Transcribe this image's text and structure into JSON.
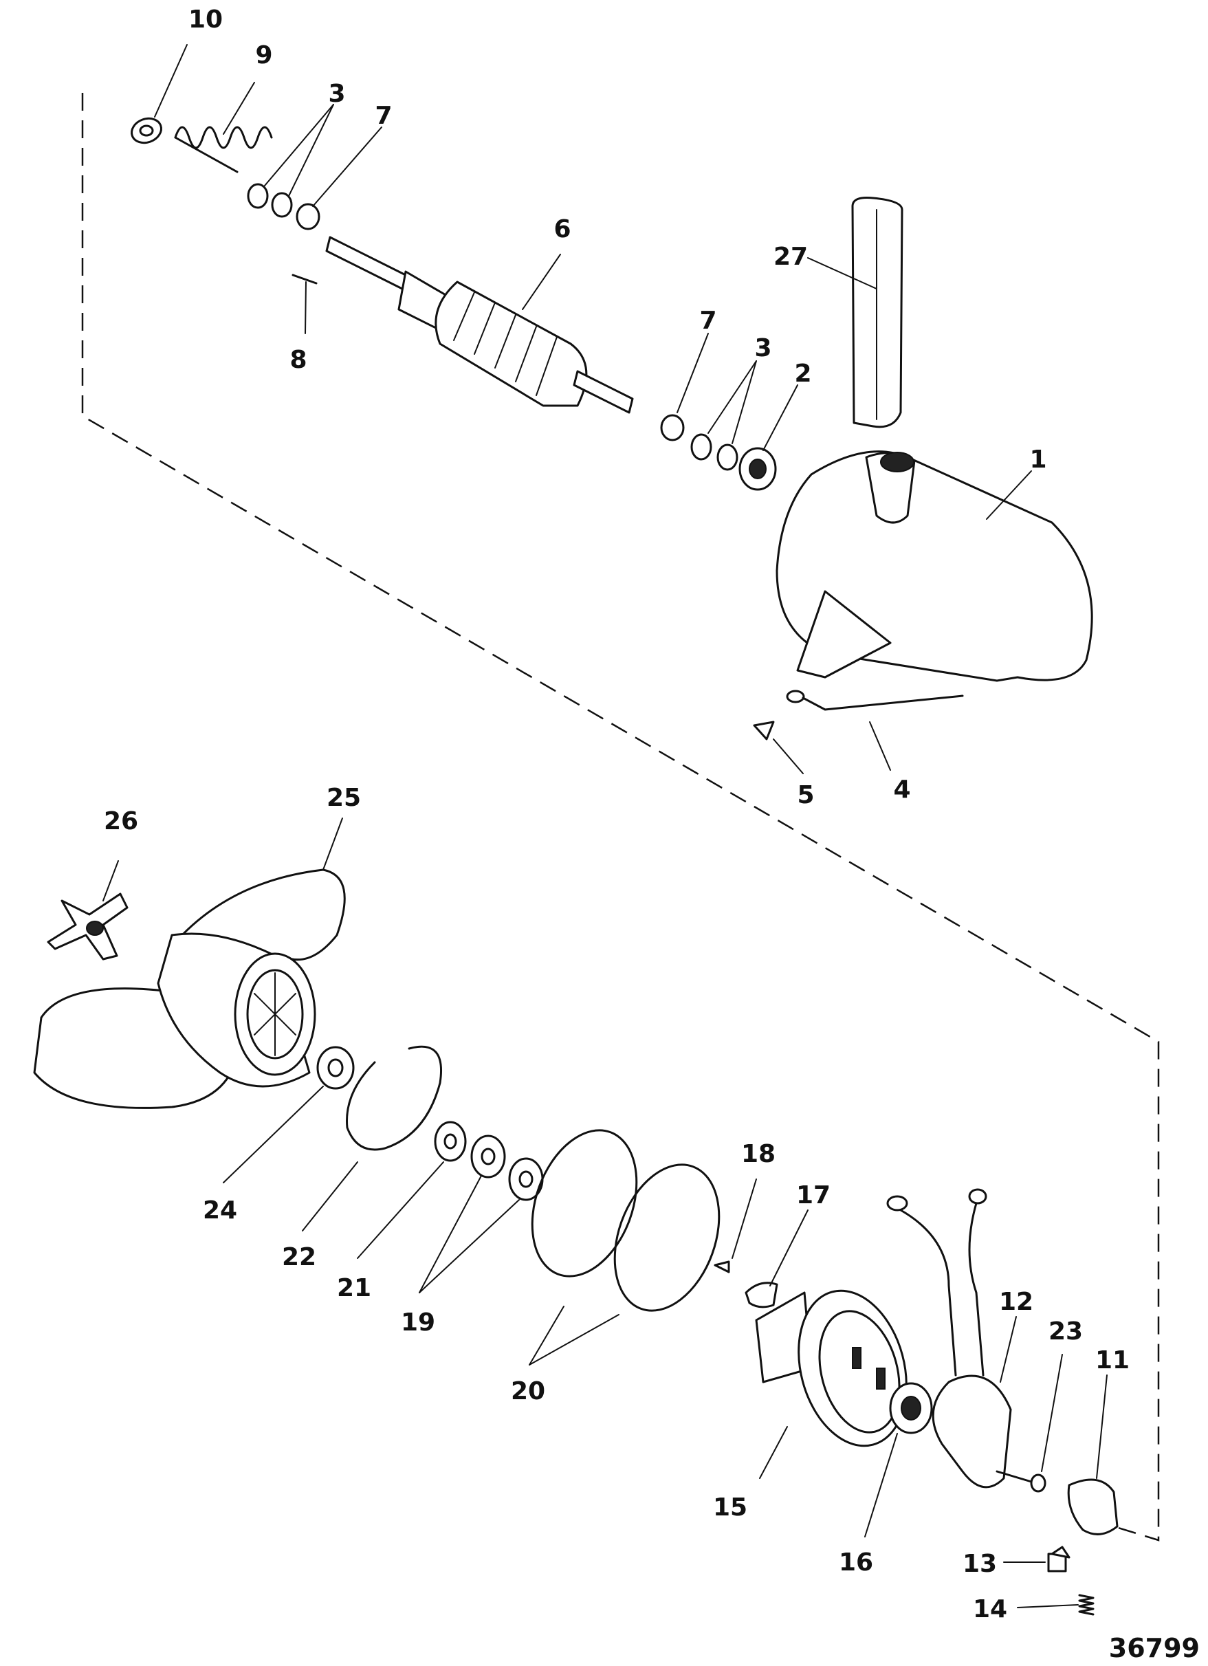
{
  "diagram": {
    "figure_number": "36799",
    "callouts": [
      {
        "id": "c1",
        "text": "1"
      },
      {
        "id": "c2",
        "text": "2"
      },
      {
        "id": "c3a",
        "text": "3"
      },
      {
        "id": "c3b",
        "text": "3"
      },
      {
        "id": "c4",
        "text": "4"
      },
      {
        "id": "c5",
        "text": "5"
      },
      {
        "id": "c6",
        "text": "6"
      },
      {
        "id": "c7a",
        "text": "7"
      },
      {
        "id": "c7b",
        "text": "7"
      },
      {
        "id": "c8",
        "text": "8"
      },
      {
        "id": "c9",
        "text": "9"
      },
      {
        "id": "c10",
        "text": "10"
      },
      {
        "id": "c11",
        "text": "11"
      },
      {
        "id": "c12",
        "text": "12"
      },
      {
        "id": "c13",
        "text": "13"
      },
      {
        "id": "c14",
        "text": "14"
      },
      {
        "id": "c15",
        "text": "15"
      },
      {
        "id": "c16",
        "text": "16"
      },
      {
        "id": "c17",
        "text": "17"
      },
      {
        "id": "c18",
        "text": "18"
      },
      {
        "id": "c19",
        "text": "19"
      },
      {
        "id": "c20",
        "text": "20"
      },
      {
        "id": "c21",
        "text": "21"
      },
      {
        "id": "c22",
        "text": "22"
      },
      {
        "id": "c23",
        "text": "23"
      },
      {
        "id": "c24",
        "text": "24"
      },
      {
        "id": "c25",
        "text": "25"
      },
      {
        "id": "c26",
        "text": "26"
      },
      {
        "id": "c27",
        "text": "27"
      }
    ]
  }
}
